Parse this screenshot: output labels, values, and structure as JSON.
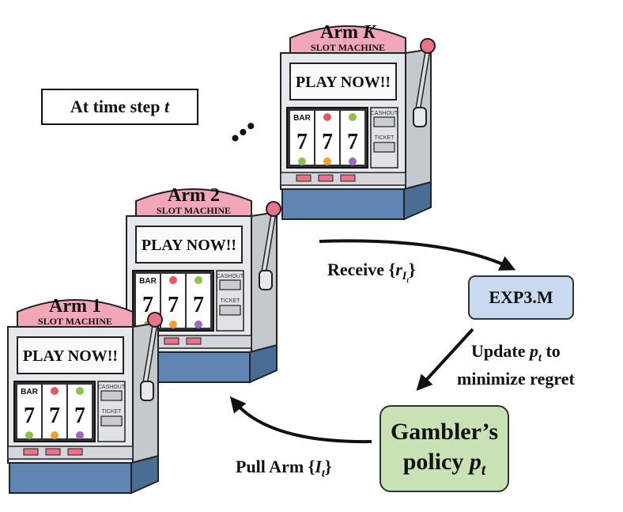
{
  "time_step": {
    "text": "At time step ",
    "var": "t"
  },
  "machines": [
    {
      "arm_prefix": "Arm",
      "arm_id": "K",
      "arm_italic": true,
      "subtitle": "SLOT MACHINE",
      "screen": "PLAY NOW!!",
      "reel_top": "BAR",
      "reels": [
        "7",
        "7",
        "7"
      ],
      "cashout": "CASHOUT",
      "ticket": "TICKET"
    },
    {
      "arm_prefix": "Arm",
      "arm_id": "2",
      "arm_italic": false,
      "subtitle": "SLOT MACHINE",
      "screen": "PLAY NOW!!",
      "reel_top": "BAR",
      "reels": [
        "7",
        "7",
        "7"
      ],
      "cashout": "CASHOUT",
      "ticket": "TICKET"
    },
    {
      "arm_prefix": "Arm",
      "arm_id": "1",
      "arm_italic": false,
      "subtitle": "SLOT MACHINE",
      "screen": "PLAY NOW!!",
      "reel_top": "BAR",
      "reels": [
        "7",
        "7",
        "7"
      ],
      "cashout": "CASHOUT",
      "ticket": "TICKET"
    }
  ],
  "ellipsis": "•••",
  "receive_label": {
    "text": "Receive {",
    "var": "r",
    "sub": "I",
    "subsub": "t",
    "close": "}"
  },
  "exp3m": {
    "label": "EXP3.M",
    "color": "#c7daf0"
  },
  "update_label": {
    "line1_a": "Update ",
    "line1_var": "p",
    "line1_sub": "t",
    "line1_b": " to",
    "line2": "minimize regret"
  },
  "policy": {
    "line1": "Gambler’s",
    "line2": "policy ",
    "var": "p",
    "sub": "t",
    "color": "#c8e2b5"
  },
  "pull_label": {
    "text": "Pull Arm {",
    "var": "I",
    "sub": "t",
    "close": "}"
  },
  "colors": {
    "cabinet": "#e6e9ec",
    "marquee": "#f1a7b7",
    "knob": "#e8738a",
    "base": "#5f86b3"
  }
}
